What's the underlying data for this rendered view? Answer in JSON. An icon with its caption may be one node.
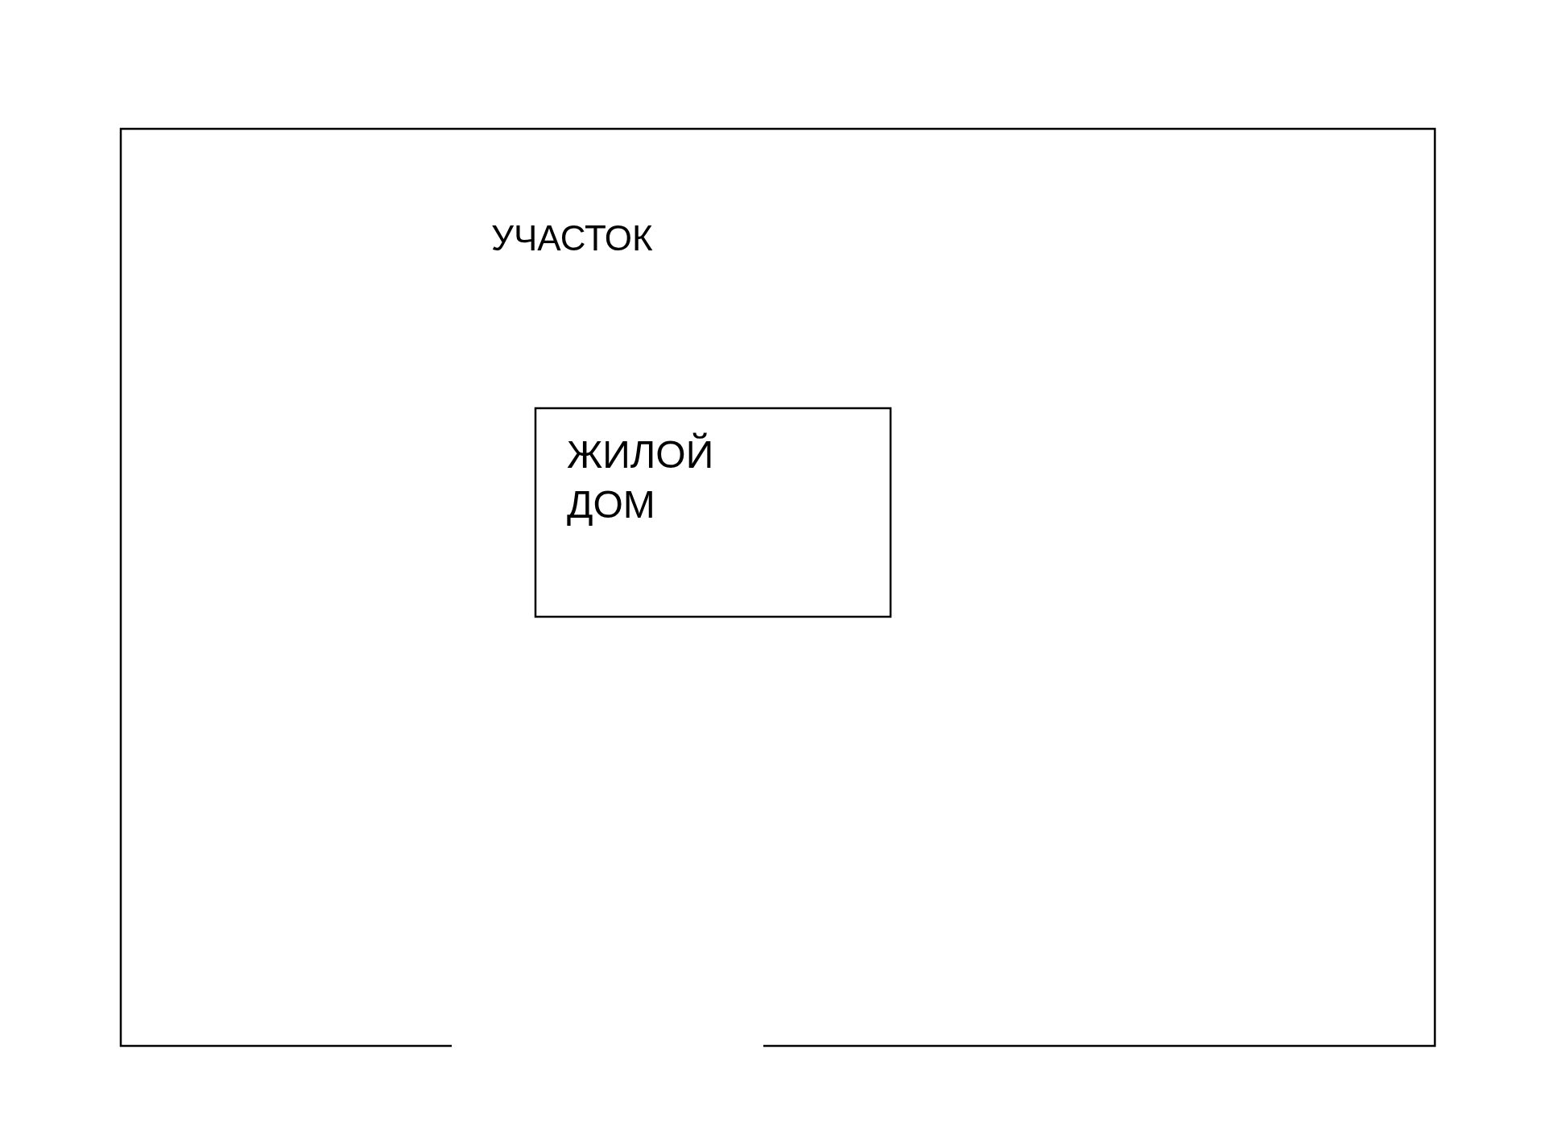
{
  "diagram": {
    "nodes": [
      {
        "text": [
          "УЧАСТОК"
        ]
      },
      {
        "text": [
          "ЖИЛОЙ ДОМ"
        ],
        "in": 0
      }
    ]
  }
}
